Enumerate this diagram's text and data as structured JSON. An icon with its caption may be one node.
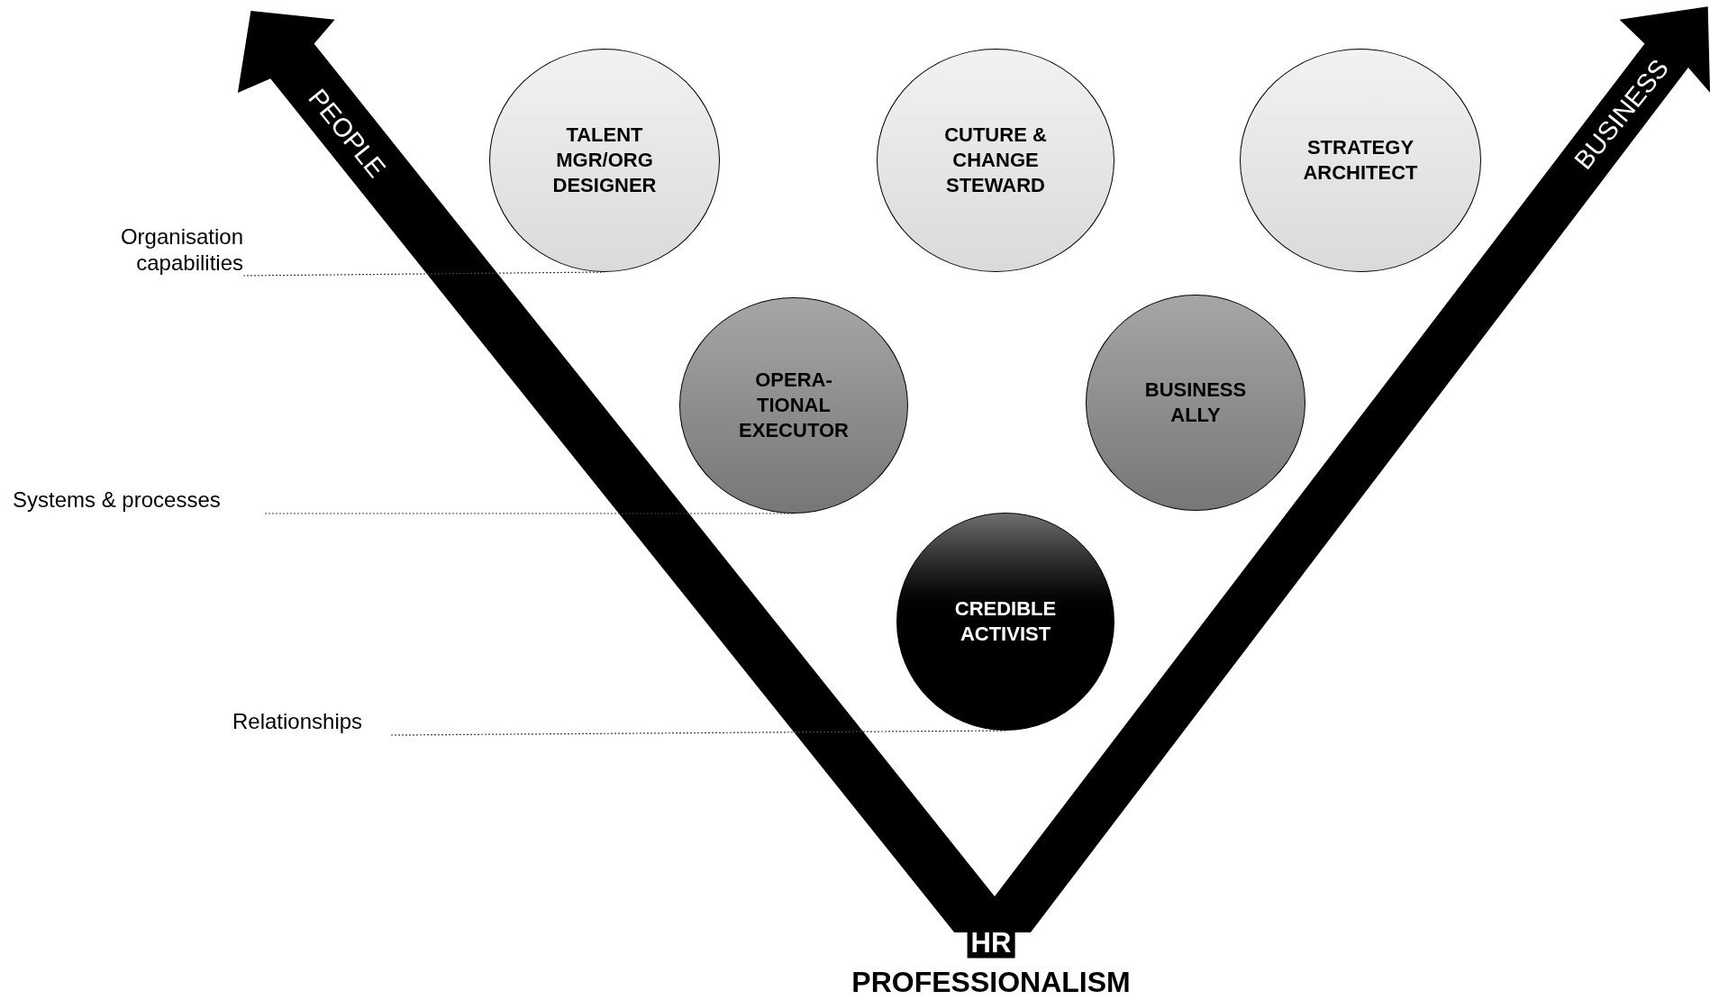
{
  "diagram": {
    "nodes": [
      {
        "text": [
          "TALENT MGR/ORG DESIGNER"
        ]
      },
      {
        "text": [
          "CUTURE & CHANGE STEWARD"
        ]
      },
      {
        "text": [
          "STRATEGY ARCHITECT"
        ]
      },
      {
        "text": [
          "OPERA- TIONAL EXECUTOR"
        ]
      },
      {
        "text": [
          "BUSINESS ALLY"
        ]
      },
      {
        "text": [
          "CREDIBLE ACTIVIST"
        ]
      },
      {
        "text": [
          "Organisation capabilities"
        ]
      },
      {
        "text": [
          "Systems & processes"
        ]
      },
      {
        "text": [
          "Relationships"
        ]
      }
    ],
    "edges": [
      {
        "from": 6,
        "to": 0,
        "arrow": "none",
        "style": "dashed"
      },
      {
        "from": 7,
        "to": 3,
        "arrow": "none",
        "style": "dashed"
      },
      {
        "from": 8,
        "to": 5,
        "arrow": "none",
        "style": "dashed"
      }
    ],
    "labels": [
      "PEOPLE",
      "BUSINESS",
      "HR",
      "PROFESSIONALISM"
    ]
  }
}
